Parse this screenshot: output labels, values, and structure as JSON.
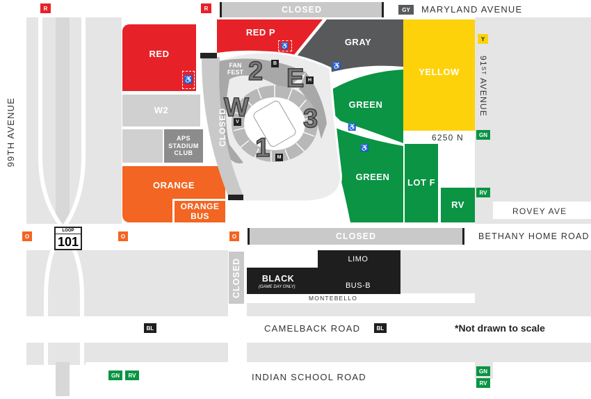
{
  "colors": {
    "red": "#e62228",
    "gray": "#58595b",
    "green": "#0a9444",
    "yellow": "#fdd20a",
    "orange": "#f26522",
    "black": "#1e1e1e",
    "road": "#e5e5e5",
    "light_lot": "#d0d0d0",
    "closed": "#c9c9c9",
    "stadium": "#a8a8a8"
  },
  "streets": {
    "maryland": "MARYLAND AVENUE",
    "ave99": "99TH AVENUE",
    "ave91_pre": "91",
    "ave91_sup": "ST",
    "ave91_post": " AVENUE",
    "bethany": "BETHANY HOME ROAD",
    "camelback": "CAMELBACK ROAD",
    "indian": "INDIAN SCHOOL ROAD",
    "rovey": "ROVEY AVE",
    "montebello": "MONTEBELLO",
    "loop_small": "LOOP",
    "loop_num": "101",
    "address": "6250 N"
  },
  "closed_labels": {
    "top": "CLOSED",
    "bethany": "CLOSED",
    "west": "CLOSED",
    "south": "CLOSED"
  },
  "lots": {
    "red": "RED",
    "red_p": "RED P",
    "gray": "GRAY",
    "yellow": "YELLOW",
    "green_north": "GREEN",
    "green_south": "GREEN",
    "lot_f": "LOT F",
    "rv": "RV",
    "w2": "W2",
    "aps": "APS\nSTADIUM\nCLUB",
    "orange": "ORANGE",
    "orange_bus": "ORANGE\nBUS",
    "black": "BLACK",
    "black_sub": "(GAME DAY ONLY)",
    "limo": "LIMO",
    "bus_b": "BUS-B",
    "fan_fest": "FAN\nFEST"
  },
  "gates": {
    "g2": "2",
    "ge": "E",
    "gw": "W",
    "g3": "3",
    "g1": "1",
    "b2": "B",
    "bh": "H",
    "bv": "V",
    "bm": "M"
  },
  "badges": {
    "r1": "R",
    "r2": "R",
    "gy": "GY",
    "y": "Y",
    "gn1": "GN",
    "rv1": "RV",
    "o1": "O",
    "o2": "O",
    "o3": "O",
    "bl1": "BL",
    "bl2": "BL",
    "gn2": "GN",
    "rv2": "RV",
    "gn3": "GN",
    "rv3": "RV"
  },
  "note": "*Not drawn to scale"
}
